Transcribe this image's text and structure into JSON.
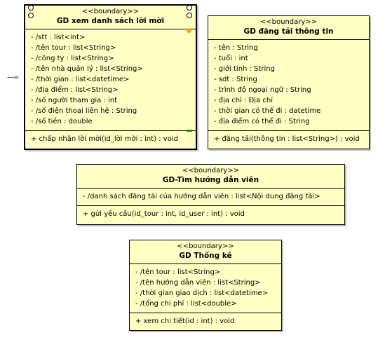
{
  "arrow_glyph": "—»",
  "classes": [
    {
      "stereotype": "<<boundary>>",
      "name": "GD xem danh sách lời mời",
      "attributes": [
        "- /stt : list<int>",
        "- /tên tour : list<String>",
        "- /công ty : list<String>",
        "- /tên nhà quản lý : list<String>",
        "- /thời gian : list<datetime>",
        "- /địa điểm : list<String>",
        "- /số người tham gia : int",
        "- /số điện thoại liên hệ : String",
        "- /số tiền : double"
      ],
      "operations": [
        "+ chấp nhận lời mời(id_lời mời : int) : void"
      ]
    },
    {
      "stereotype": "<<boundary>>",
      "name": "GD đăng tải thông tin",
      "attributes": [
        "- tên : String",
        "- tuổi : int",
        "- giới tính : String",
        "- sdt : String",
        "- trình độ ngoại ngữ : String",
        "- địa chỉ : Địa chỉ",
        "- thời gian có thể đi : datetime",
        "- địa điểm có thể đi : String"
      ],
      "operations": [
        "+ đăng tải(thông tin : list<String>) : void"
      ]
    },
    {
      "stereotype": "<<boundary>>",
      "name": "GD-Tìm hướng dẫn viên",
      "attributes": [
        "- /danh sách đăng tải của hướng dẫn viên : list<Nội dung đăng tải>"
      ],
      "operations": [
        "+ gửi yêu cầu(id_tour : int, id_user : int) : void"
      ]
    },
    {
      "stereotype": "<<boundary>>",
      "name": "GD Thống kê",
      "attributes": [
        "- /tên tour : list<String>",
        "- /tên hướng dẫn viên : list<String>",
        "- /thời gian giao dịch : list<datetime>",
        "- /tổng chi phí : list<double>"
      ],
      "operations": [
        "+ xem chi tiết(id : int) : void"
      ]
    }
  ]
}
